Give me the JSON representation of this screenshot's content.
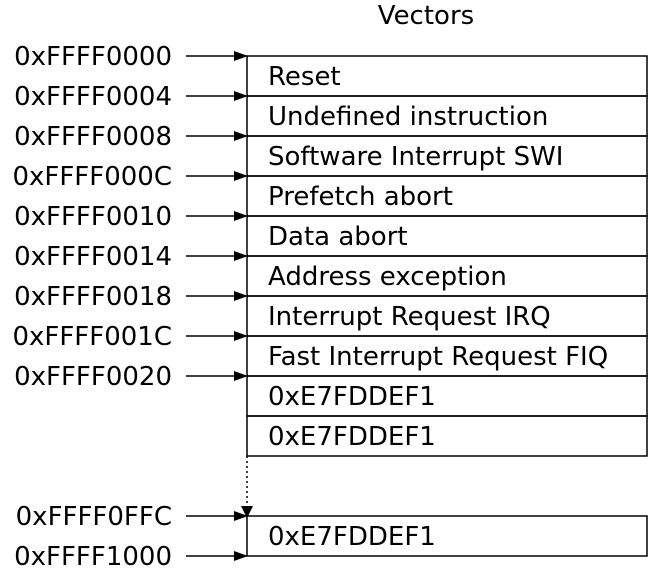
{
  "title": "Vectors",
  "rows": [
    {
      "address": "0xFFFF0000",
      "entry": "Reset"
    },
    {
      "address": "0xFFFF0004",
      "entry": "Undefined instruction"
    },
    {
      "address": "0xFFFF0008",
      "entry": "Software Interrupt SWI"
    },
    {
      "address": "0xFFFF000C",
      "entry": "Prefetch abort"
    },
    {
      "address": "0xFFFF0010",
      "entry": "Data abort"
    },
    {
      "address": "0xFFFF0014",
      "entry": "Address exception"
    },
    {
      "address": "0xFFFF0018",
      "entry": "Interrupt Request IRQ"
    },
    {
      "address": "0xFFFF001C",
      "entry": "Fast Interrupt Request FIQ"
    },
    {
      "address": "0xFFFF0020",
      "entry": "0xE7FDDEF1"
    },
    {
      "address": "",
      "entry": "0xE7FDDEF1"
    }
  ],
  "tail": {
    "entry": "0xE7FDDEF1",
    "addresses": [
      "0xFFFF0FFC",
      "0xFFFF1000"
    ]
  }
}
